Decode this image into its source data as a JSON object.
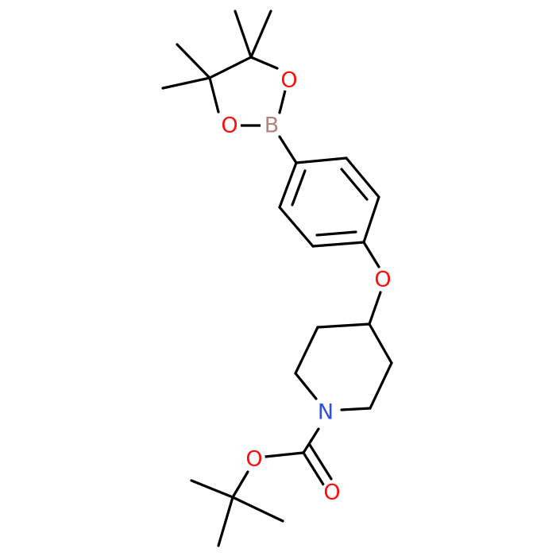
{
  "molecule": {
    "colors": {
      "bond": "#000000",
      "oxygen": "#ff0d0d",
      "nitrogen": "#2f4fdf",
      "boron": "#b58080"
    },
    "atoms": {
      "boron": "B",
      "dioxaborolane_o_right": "O",
      "dioxaborolane_o_left": "O",
      "ether_oxygen": "O",
      "piperidine_nitrogen": "N",
      "ester_oxygen": "O",
      "carbonyl_oxygen": "O"
    }
  }
}
